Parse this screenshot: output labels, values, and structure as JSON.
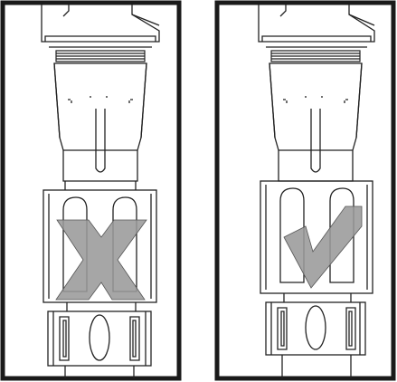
{
  "panels": [
    {
      "id": "incorrect",
      "verdict_icon": "cross-mark-icon",
      "verdict": "incorrect"
    },
    {
      "id": "correct",
      "verdict_icon": "check-mark-icon",
      "verdict": "correct"
    }
  ],
  "colors": {
    "frame": "#1a1a1a",
    "line": "#222222",
    "mark_fill": "#9a9a9a",
    "background": "#ffffff"
  }
}
